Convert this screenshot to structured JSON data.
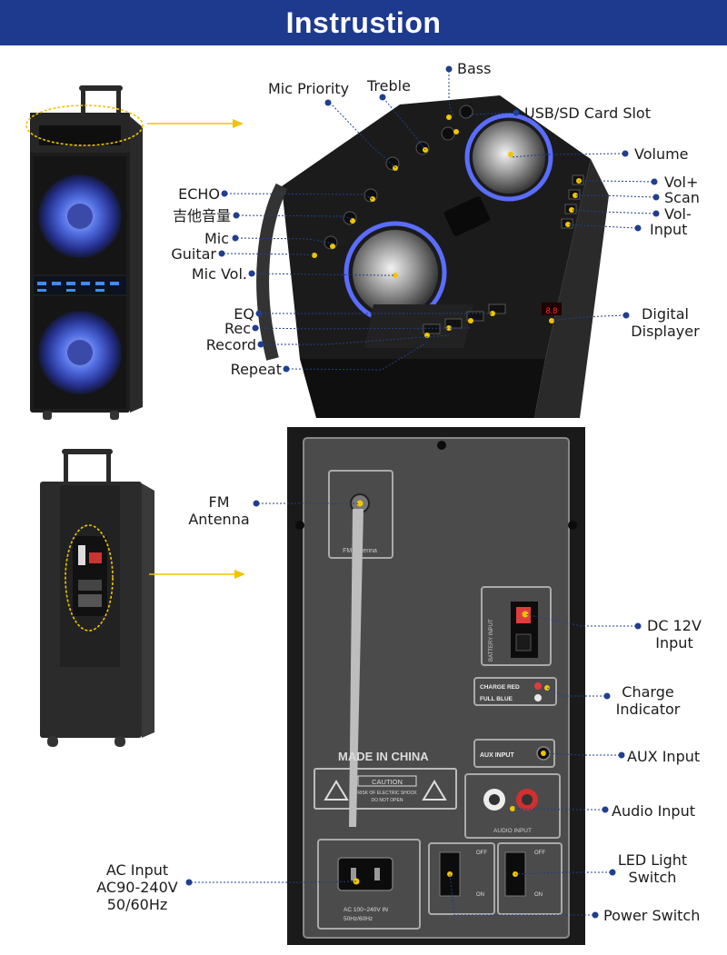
{
  "header": {
    "title": "Instrustion"
  },
  "top_labels": {
    "bass": "Bass",
    "mic_priority": "Mic Priority",
    "treble": "Treble",
    "usb_sd": "USB/SD Card Slot",
    "volume": "Volume",
    "vol_plus": "Vol+",
    "scan": "Scan",
    "vol_minus": "Vol-",
    "input": "Input",
    "echo": "ECHO",
    "guitar_volume_cn": "吉他音量",
    "mic": "Mic",
    "guitar": "Guitar",
    "mic_vol": "Mic Vol.",
    "eq": "EQ",
    "rec": "Rec",
    "record": "Record",
    "repeat": "Repeat",
    "digital_line1": "Digital",
    "digital_line2": "Displayer"
  },
  "panel_text": {
    "made_in": "MADE IN CHINA",
    "caution": "CAUTION",
    "caution_sub1": "RISK OF ELECTRIC SHOCK",
    "caution_sub2": "DO NOT OPEN",
    "fm": "FM Antenna",
    "battery": "BATTERY INPUT",
    "charge_red": "CHARGE RED",
    "full_blue": "FULL BLUE",
    "aux": "AUX INPUT",
    "audio": "AUDIO INPUT",
    "ac_rating1": "AC 100~240V IN",
    "ac_rating2": "50Hz/60Hz",
    "off": "OFF",
    "on": "ON"
  },
  "bottom_labels": {
    "fm_line1": "FM",
    "fm_line2": "Antenna",
    "dc_line1": "DC 12V",
    "dc_line2": "Input",
    "charge_line1": "Charge",
    "charge_line2": "Indicator",
    "aux": "AUX Input",
    "audio": "Audio Input",
    "ac_line1": "AC Input",
    "ac_line2": "AC90-240V",
    "ac_line3": "50/60Hz",
    "led_line1": "LED Light",
    "led_line2": "Switch",
    "power": "Power Switch"
  },
  "colors": {
    "banner": "#1d3a8f",
    "leader": "#1f3f8f",
    "knob_dot": "#f2c500",
    "led_ring": "#4f6bff"
  }
}
